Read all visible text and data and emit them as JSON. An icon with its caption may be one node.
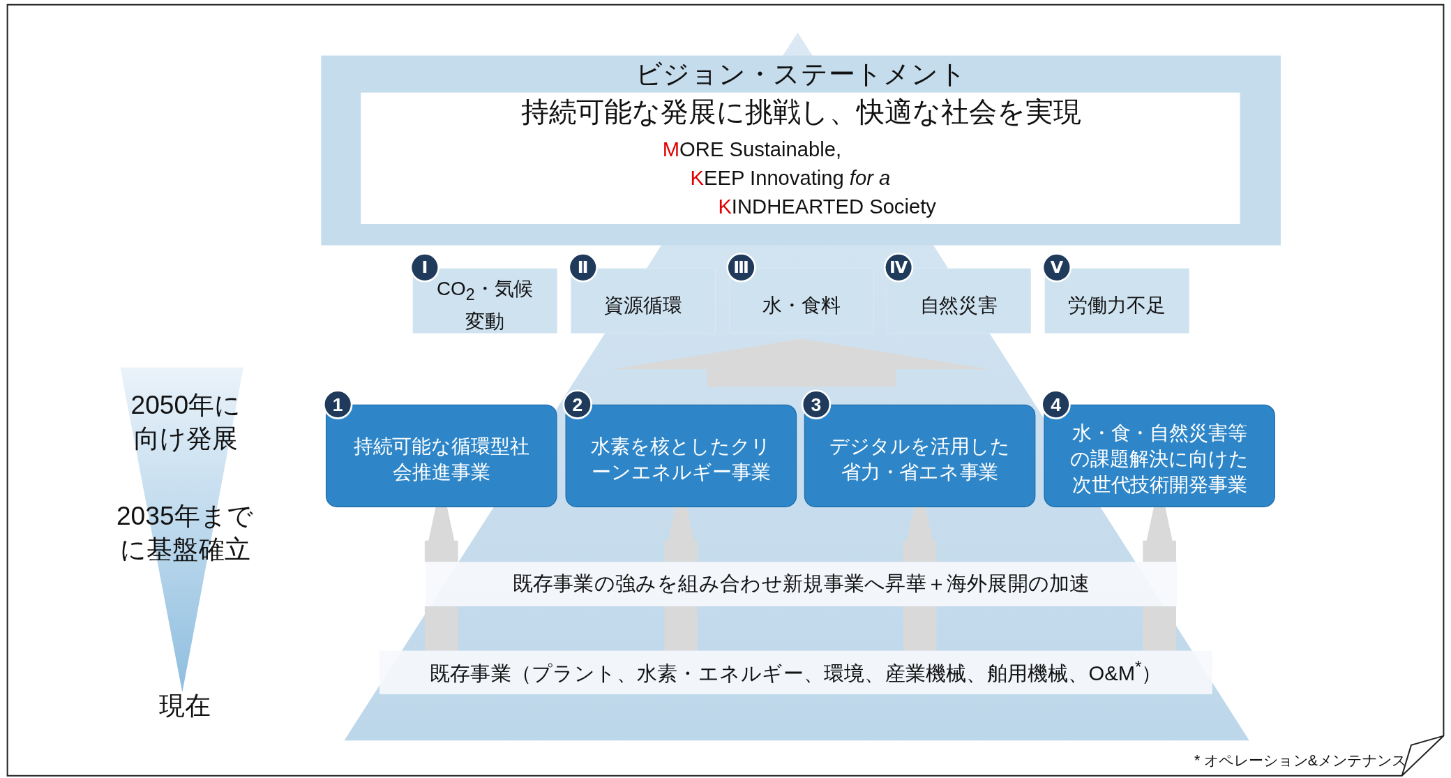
{
  "diagram": {
    "nodes": [
      {
        "text": [
          "ビジョン・ステートメント",
          "持続可能な発展に挑戦し、快適な社会を実現",
          "MORE Sustainable,",
          "KEEP Innovating *for a*",
          "KINDHEARTED Society"
        ]
      },
      {
        "text": [
          "Ⅰ",
          "CO$_{2}$・気候変動"
        ]
      },
      {
        "text": [
          "Ⅱ",
          "資源循環"
        ]
      },
      {
        "text": [
          "Ⅲ",
          "水・食料"
        ]
      },
      {
        "text": [
          "Ⅳ",
          "自然災害"
        ]
      },
      {
        "text": [
          "Ⅴ",
          "労働力不足"
        ]
      },
      {
        "text": [
          "1",
          "持続可能な循環型社会推進事業"
        ]
      },
      {
        "text": [
          "2",
          "水素を核としたクリーンエネルギー事業"
        ]
      },
      {
        "text": [
          "3",
          "デジタルを活用した省力・省エネ事業"
        ]
      },
      {
        "text": [
          "4",
          "水・食・自然災害等の課題解決に向けた次世代技術開発事業"
        ]
      },
      {
        "text": [
          "既存事業の強みを組み合わせ新規事業へ昇華＋海外展開の加速"
        ]
      },
      {
        "text": [
          "既存事業（プラント、水素・エネルギー、環境、産業機械、舶用機械、O&M$^{*}$）"
        ]
      }
    ],
    "edges": [
      {
        "from": 11,
        "to": 10,
        "arrow": "none"
      },
      {
        "from": 11,
        "to": 10,
        "arrow": "none"
      },
      {
        "from": 11,
        "to": 10,
        "arrow": "none"
      },
      {
        "from": 11,
        "to": 10,
        "arrow": "none"
      },
      {
        "from": 10,
        "to": 6,
        "arrow": "to"
      },
      {
        "from": 10,
        "to": 7,
        "arrow": "to"
      },
      {
        "from": 10,
        "to": 8,
        "arrow": "to"
      },
      {
        "from": 10,
        "to": 9,
        "arrow": "to"
      },
      {
        "from": null,
        "to": 3,
        "arrow": "to",
        "style": "thick"
      }
    ],
    "labels": [
      "2050年に向け発展",
      "2035年までに基盤確立",
      "現在",
      "* オペレーション&メンテナンス"
    ]
  }
}
